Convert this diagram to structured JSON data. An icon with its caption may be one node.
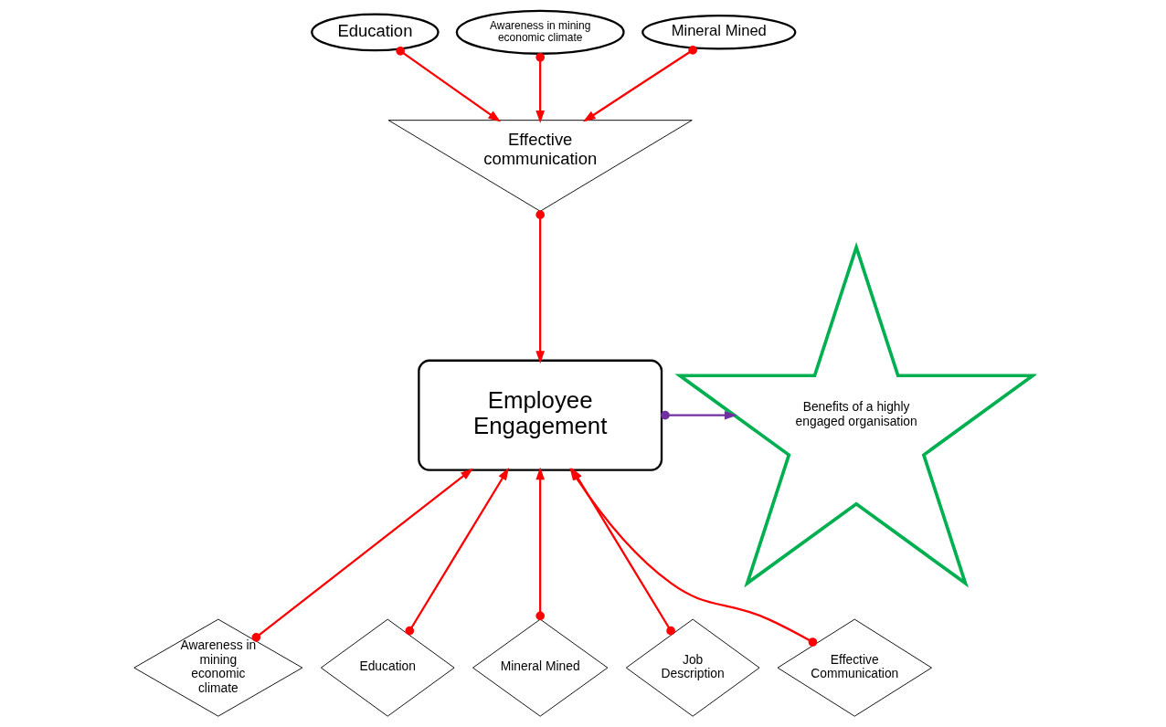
{
  "diagram": {
    "nodes": [
      {
        "text": [
          "Education"
        ]
      },
      {
        "text": [
          "Awareness in mining economic climate"
        ]
      },
      {
        "text": [
          "Mineral Mined"
        ]
      },
      {
        "text": [
          "Effective communication"
        ]
      },
      {
        "text": [
          "Benefits of a highly engaged organisation"
        ]
      },
      {
        "text": [
          "Employee Engagement"
        ]
      },
      {
        "text": [
          "Awareness in mining economic climate"
        ]
      },
      {
        "text": [
          "Education"
        ]
      },
      {
        "text": [
          "Mineral Mined"
        ]
      },
      {
        "text": [
          "Job Description"
        ]
      },
      {
        "text": [
          "Effective Communication"
        ]
      }
    ],
    "edges": [
      {
        "from": 0,
        "to": 3,
        "arrow": "to"
      },
      {
        "from": 1,
        "to": 3,
        "arrow": "to"
      },
      {
        "from": 2,
        "to": 3,
        "arrow": "to"
      },
      {
        "from": 3,
        "to": 5,
        "arrow": "to"
      },
      {
        "from": 5,
        "to": 4,
        "arrow": "to",
        "color": "#7030a0"
      },
      {
        "from": 6,
        "to": 5,
        "arrow": "to"
      },
      {
        "from": 7,
        "to": 5,
        "arrow": "to"
      },
      {
        "from": 8,
        "to": 5,
        "arrow": "to"
      },
      {
        "from": 9,
        "to": 5,
        "arrow": "to"
      },
      {
        "from": 10,
        "to": 5,
        "arrow": "to"
      }
    ]
  }
}
